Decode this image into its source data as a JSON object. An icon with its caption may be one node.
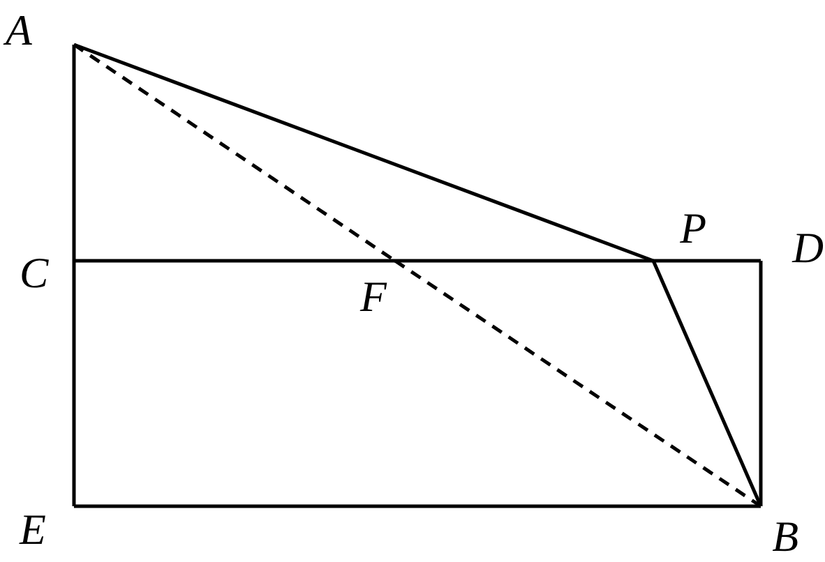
{
  "diagram": {
    "nodes": [
      {
        "text": [
          "A"
        ]
      },
      {
        "text": [
          "C"
        ]
      },
      {
        "text": [
          "E"
        ]
      },
      {
        "text": [
          "D"
        ]
      },
      {
        "text": [
          "B"
        ]
      },
      {
        "text": [
          "P"
        ]
      },
      {
        "text": [
          "F"
        ]
      }
    ],
    "edges": [
      {
        "from": 0,
        "to": 1,
        "arrow": "none"
      },
      {
        "from": 1,
        "to": 2,
        "arrow": "none"
      },
      {
        "from": 2,
        "to": 4,
        "arrow": "none"
      },
      {
        "from": 4,
        "to": 3,
        "arrow": "none"
      },
      {
        "from": 1,
        "to": 6,
        "arrow": "none"
      },
      {
        "from": 6,
        "to": 5,
        "arrow": "none"
      },
      {
        "from": 5,
        "to": 3,
        "arrow": "none"
      },
      {
        "from": 0,
        "to": 5,
        "arrow": "none"
      },
      {
        "from": 5,
        "to": 4,
        "arrow": "none"
      },
      {
        "from": 0,
        "to": 6,
        "arrow": "none",
        "style": "dashed"
      },
      {
        "from": 6,
        "to": 4,
        "arrow": "none",
        "style": "dashed"
      }
    ]
  }
}
